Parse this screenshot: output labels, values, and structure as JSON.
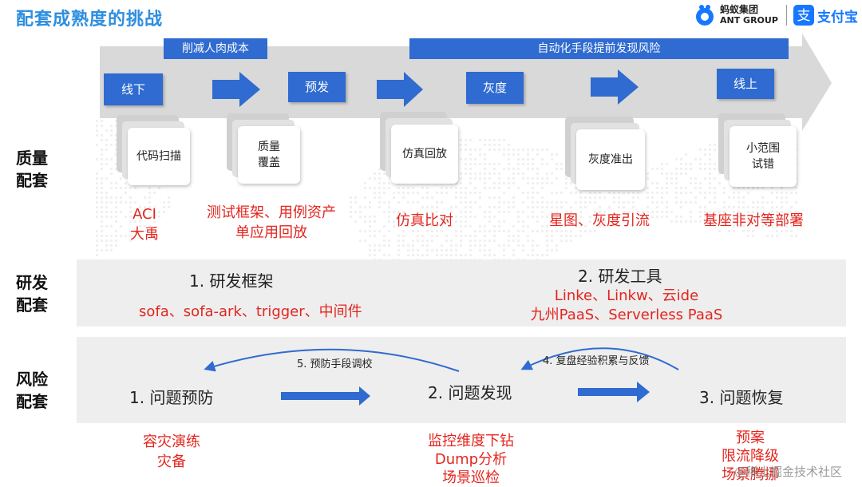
{
  "title": "配套成熟度的挑战",
  "logos": {
    "ant_cn": "蚂蚁集团",
    "ant_en": "ANT GROUP",
    "alipay": "支付宝"
  },
  "top_bars": {
    "left": "削减人肉成本",
    "right": "自动化手段提前发现风险"
  },
  "stages": [
    "线下",
    "预发",
    "灰度",
    "线上"
  ],
  "quality": {
    "label_line1": "质量",
    "label_line2": "配套",
    "cards": [
      {
        "line1": "代码扫描",
        "line2": ""
      },
      {
        "line1": "质量",
        "line2": "覆盖"
      },
      {
        "line1": "仿真回放",
        "line2": ""
      },
      {
        "line1": "灰度准出",
        "line2": ""
      },
      {
        "line1": "小范围",
        "line2": "试错"
      }
    ],
    "red": [
      {
        "line1": "ACI",
        "line2": "大禹"
      },
      {
        "line1": "测试框架、用例资产",
        "line2": "单应用回放"
      },
      {
        "line1": "仿真比对",
        "line2": ""
      },
      {
        "line1": "星图、灰度引流",
        "line2": ""
      },
      {
        "line1": "基座非对等部署",
        "line2": ""
      }
    ]
  },
  "rd": {
    "label_line1": "研发",
    "label_line2": "配套",
    "framework_title": "1. 研发框架",
    "framework_items": "sofa、sofa-ark、trigger、中间件",
    "tools_title": "2. 研发工具",
    "tools_line1": "Linke、Linkw、云ide",
    "tools_line2": "九州PaaS、Serverless PaaS"
  },
  "risk": {
    "label_line1": "风险",
    "label_line2": "配套",
    "steps": [
      "1. 问题预防",
      "2. 问题发现",
      "3. 问题恢复"
    ],
    "loop_left": "5. 预防手段调校",
    "loop_right": "4. 复盘经验积累与反馈",
    "red_prevent": [
      "容灾演练",
      "灾备"
    ],
    "red_detect": [
      "监控维度下钻",
      "Dump分析",
      "场景巡检"
    ],
    "red_recover": [
      "预案",
      "限流降级",
      "场景腾挪"
    ]
  },
  "watermark": "@稀土掘金技术社区",
  "colors": {
    "title": "#2e8ee0",
    "blue": "#2f6bd0",
    "red": "#e3261f",
    "panel": "#eeeeee",
    "arrow_gray": "#d9d9d9"
  },
  "icons": [
    "ant-logo-icon",
    "alipay-logo-icon",
    "flow-arrow-icon",
    "loop-arrow-icon"
  ]
}
